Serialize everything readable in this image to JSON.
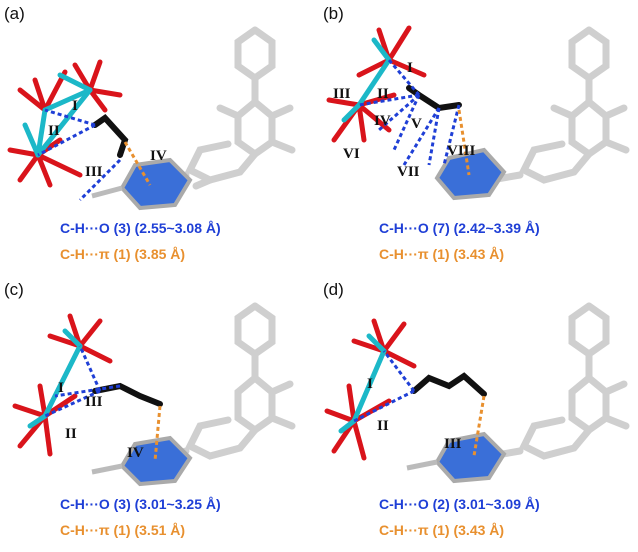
{
  "panels": [
    {
      "tag": "(a)",
      "ho_caption": "C-H···O (3) (2.55~3.08 Å)",
      "hpi_caption": "C-H···π  (1) (3.85 Å)",
      "contact_labels": [
        "I",
        "II",
        "III",
        "IV"
      ]
    },
    {
      "tag": "(b)",
      "ho_caption": "C-H···O (7) (2.42~3.39 Å)",
      "hpi_caption": "C-H···π  (1) (3.43 Å)",
      "contact_labels": [
        "I",
        "II",
        "III",
        "IV",
        "V",
        "VI",
        "VII",
        "VIII"
      ]
    },
    {
      "tag": "(c)",
      "ho_caption": "C-H···O (3) (3.01~3.25 Å)",
      "hpi_caption": "C-H···π  (1) (3.51 Å)",
      "contact_labels": [
        "I",
        "II",
        "III",
        "IV"
      ]
    },
    {
      "tag": "(d)",
      "ho_caption": "C-H···O (2) (3.01~3.09 Å)",
      "hpi_caption": "C-H···π  (1) (3.43 Å)",
      "contact_labels": [
        "I",
        "II",
        "III"
      ]
    }
  ],
  "colors": {
    "ho": "#1f3fd6",
    "hpi": "#e8902f",
    "metal": "#1cb8c8",
    "oxygen": "#d9141b",
    "guest": "#111111",
    "ring_fill": "#3a6fd8",
    "framework": "#cfcfcf"
  }
}
